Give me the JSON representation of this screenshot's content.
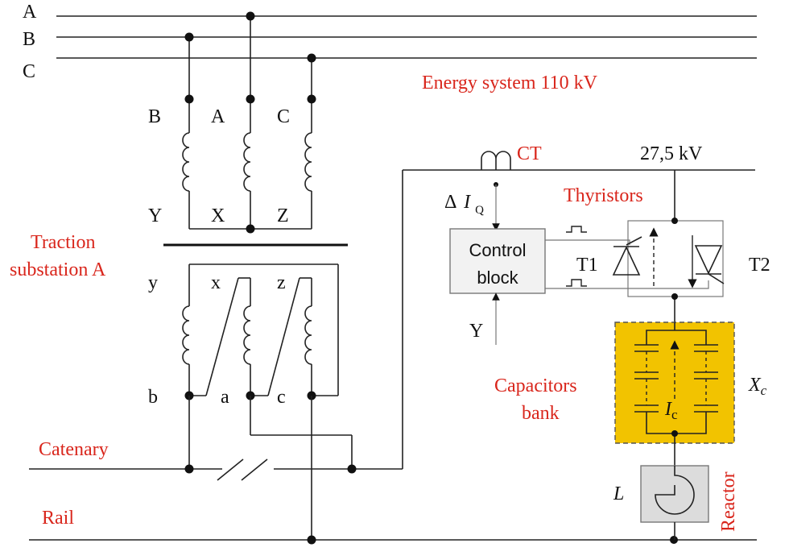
{
  "lines": {
    "a": "A",
    "b": "B",
    "c": "C"
  },
  "energy_system": "Energy system 110 kV",
  "primary": {
    "b": "B",
    "a": "A",
    "c": "C",
    "y": "Y",
    "x": "X",
    "z": "Z"
  },
  "secondary": {
    "y": "y",
    "x": "x",
    "z": "z",
    "b": "b",
    "a": "a",
    "c": "c"
  },
  "traction_line1": "Traction",
  "traction_line2": "substation A",
  "catenary": "Catenary",
  "rail": "Rail",
  "ct": "CT",
  "voltage": "27,5 kV",
  "delta_iq_prefix": "Δ",
  "delta_iq_var": "I",
  "delta_iq_sub": "Q",
  "thyristors": "Thyristors",
  "control_line1": "Control",
  "control_line2": "block",
  "t1": "T1",
  "t2": "T2",
  "y_input": "Y",
  "capacitors_line1": "Capacitors",
  "capacitors_line2": "bank",
  "ic_var": "I",
  "ic_sub": "c",
  "xc_var": "X",
  "xc_sub": "c",
  "inductance": "L",
  "reactor": "Reactor",
  "colors": {
    "label_red": "#d9261c",
    "capacitor_fill": "#f2c300",
    "box_fill": "#f2f2f2"
  }
}
